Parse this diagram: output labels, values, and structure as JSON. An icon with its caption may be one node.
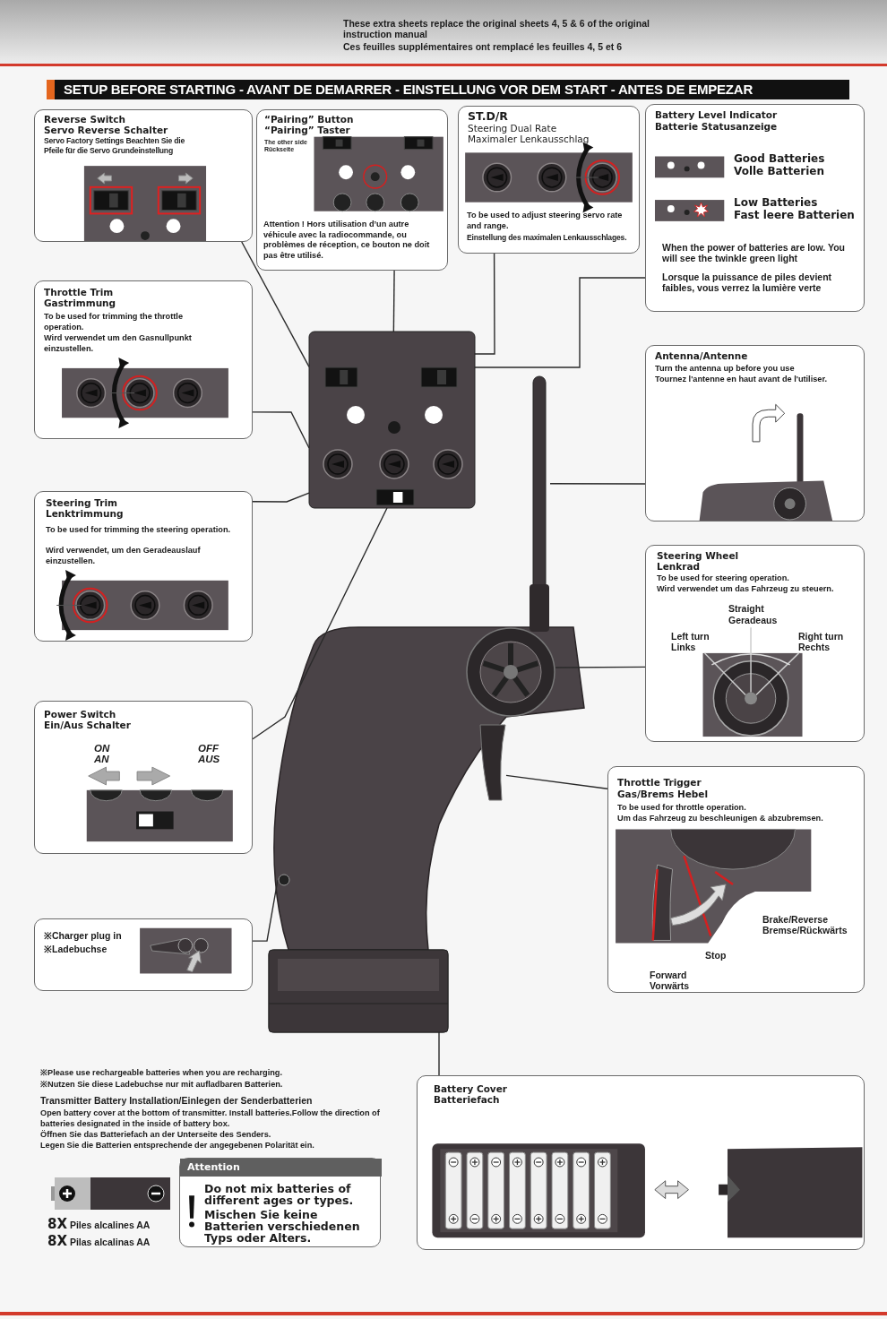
{
  "diagram": {
    "title": "SETUP BEFORE STARTING - AVANT DE DEMARRER - EINSTELLUNG VOR DEM START - ANTES DE EMPEZAR",
    "nodes": [
      {
        "text": [
          "Reverse Switch",
          "Servo Reverse Schalter",
          "Servo Factory Settings Beachten Sie die Pfeile für die Servo Grundeinstellung"
        ]
      },
      {
        "text": [
          "“Pairing” Button",
          "“Pairing” Taster",
          "The other side Rückseite",
          "Attention ! Hors utilisation d’un autre véhicule avec la radiocommande, ou problèmes de réception, ce bouton ne doit pas être utilisé."
        ]
      },
      {
        "text": [
          "ST.D/R",
          "Steering Dual Rate",
          "Maximaler Lenkausschlag",
          "To be used to adjust steering servo rate and range.",
          "Einstellung des maximalen Lenkausschlages."
        ]
      },
      {
        "text": [
          "Battery Level Indicator",
          "Batterie Statusanzeige",
          "Good Batteries",
          "Volle Batterien",
          "Low Batteries",
          "Fast leere Batterien",
          "When the power of batteries are low. You will see the twinkle green light",
          "Lorsque la puissance de piles devient faibles, vous verrez la lumière verte"
        ]
      },
      {
        "text": [
          "Throttle Trim",
          "Gastrimmung",
          "To be used for trimming the throttle operation.",
          "Wird verwendet um den Gasnullpunkt einzustellen."
        ]
      },
      {
        "text": [],
        "shape": "box"
      },
      {
        "text": [
          "Antenna/Antenne",
          "Turn the antenna up before you use",
          "Tournez l'antenne en haut avant de l'utiliser."
        ]
      },
      {
        "text": [],
        "shape": "bar"
      },
      {
        "text": [
          "Steering Trim",
          "Lenktrimmung",
          "To be used for trimming the steering operation.",
          "Wird verwendet, um den Geradeauslauf einzustellen."
        ]
      },
      {
        "text": [
          "Steering Wheel",
          "Lenkrad",
          "To be used for steering operation.",
          "Wird verwendet um das Fahrzeug zu steuern.",
          "Straight",
          "Geradeaus",
          "Left turn",
          "Links",
          "Right turn",
          "Rechts"
        ]
      },
      {
        "text": [],
        "shape": "circle"
      },
      {
        "text": [
          "Power Switch",
          "Ein/Aus Schalter",
          "ON",
          "AN",
          "OFF",
          "AUS"
        ]
      },
      {
        "text": [
          "Throttle Trigger",
          "Gas/Brems Hebel",
          "To be used for throttle operation.",
          "Um das Fahrzeug zu beschleunigen & abzubremsen.",
          "Brake/Reverse",
          "Bremse/Rückwärts",
          "Stop",
          "Forward",
          "Vorwärts"
        ]
      },
      {
        "text": [],
        "shape": "picture"
      },
      {
        "text": [
          "※Charger plug in",
          "※Ladebuchse"
        ]
      },
      {
        "text": [],
        "shape": "circle"
      },
      {
        "text": [],
        "shape": "box"
      },
      {
        "text": [
          "Attention",
          "Do not mix batteries of different ages or types.",
          "Mischen Sie keine Batterien verschiedenen Typs oder Alters."
        ]
      },
      {
        "text": [
          "Battery Cover",
          "Batteriefach"
        ]
      }
    ],
    "edges": [
      {
        "from": 0,
        "to": 5,
        "arrow": "none"
      },
      {
        "from": 1,
        "to": 5,
        "arrow": "none"
      },
      {
        "from": 2,
        "to": 5,
        "arrow": "none"
      },
      {
        "from": 3,
        "to": 5,
        "arrow": "none"
      },
      {
        "from": 4,
        "to": 5,
        "arrow": "none"
      },
      {
        "from": 6,
        "to": 7,
        "arrow": "none"
      },
      {
        "from": 8,
        "to": 5,
        "arrow": "none"
      },
      {
        "from": 9,
        "to": 10,
        "arrow": "none"
      },
      {
        "from": 11,
        "to": 5,
        "arrow": "none"
      },
      {
        "from": 12,
        "to": 13,
        "arrow": "none"
      },
      {
        "from": 14,
        "to": 15,
        "arrow": "none"
      },
      {
        "from": 18,
        "to": 16,
        "arrow": "none"
      }
    ],
    "labels": [
      "These extra sheets replace the original sheets 4, 5 & 6 of the original instruction manual",
      "Ces feuilles supplémentaires ont remplacé les feuilles 4, 5 et 6",
      "※Please use rechargeable batteries when you are recharging.",
      "※Nutzen Sie diese Ladebuchse nur mit aufladbaren Batterien.",
      "Transmitter Battery Installation/Einlegen der Senderbatterien",
      "Open battery cover at the bottom of transmitter. Install batteries.Follow the direction of batteries designated in the inside of battery box.",
      "Öffnen Sie das Batteriefach an der Unterseite des Senders.",
      "Legen Sie die Batterien entsprechende der angegebenen Polarität ein.",
      "**8X** Piles alcalines AA",
      "**8X** Pilas alcalinas AA"
    ]
  }
}
